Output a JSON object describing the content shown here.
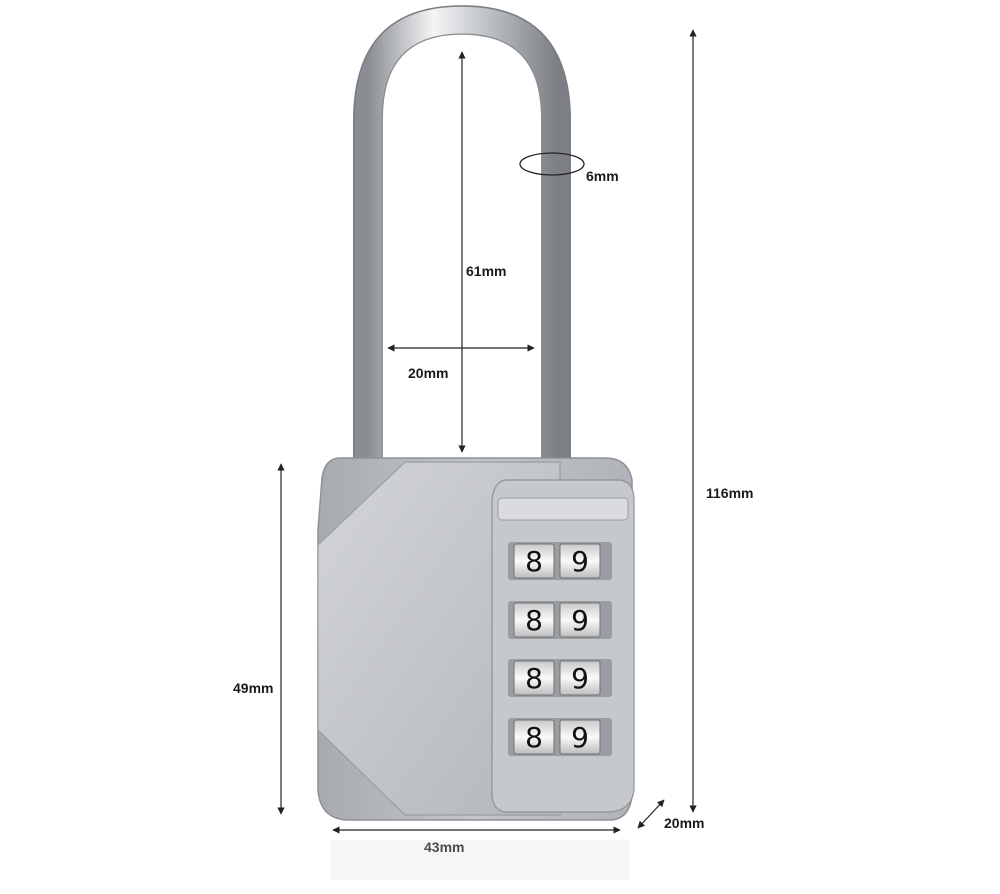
{
  "product": {
    "name_icon": "combination-padlock",
    "colors": {
      "shackle": "#c9ccd0",
      "body": "#b9bcc0",
      "body_dark": "#8e9196",
      "dial": "#e9e9e9",
      "line": "#222222"
    },
    "dials": [
      {
        "digits": [
          "8",
          "9"
        ]
      },
      {
        "digits": [
          "8",
          "9"
        ]
      },
      {
        "digits": [
          "8",
          "9"
        ]
      },
      {
        "digits": [
          "8",
          "9"
        ]
      }
    ]
  },
  "dimensions": {
    "shackle_diameter": "6mm",
    "shackle_clearance": "61mm",
    "shackle_inner_width": "20mm",
    "total_height": "116mm",
    "body_height": "49mm",
    "body_width": "43mm",
    "body_depth": "20mm"
  }
}
